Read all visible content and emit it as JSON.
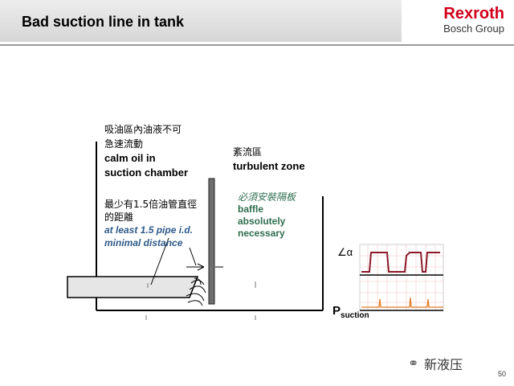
{
  "header": {
    "title": "Bad suction line in tank"
  },
  "brand": {
    "name": "Rexroth",
    "sub": "Bosch Group",
    "color": "#d0001a"
  },
  "labels": {
    "calm_cn_1": "吸油區內油液不可",
    "calm_cn_2": "急速流動",
    "calm_en_1": "calm oil in",
    "calm_en_2": "suction chamber",
    "turb_cn": "紊流區",
    "turb_en": "turbulent zone",
    "dist_cn_1": "最少有1.5倍油管直徑",
    "dist_cn_2": "的距離",
    "dist_en_1": "at least 1.5 pipe i.d.",
    "dist_en_2": "minimal distance",
    "baffle_cn": "必須安裝隔板",
    "baffle_en_1": "baffle",
    "baffle_en_2": "absolutely",
    "baffle_en_3": "necessary"
  },
  "graph": {
    "alpha_label": "∠α",
    "p_label": "P",
    "p_sub": "suction"
  },
  "watermark": {
    "text": "新液压",
    "icon": "wechat-icon"
  },
  "page_number": "50"
}
